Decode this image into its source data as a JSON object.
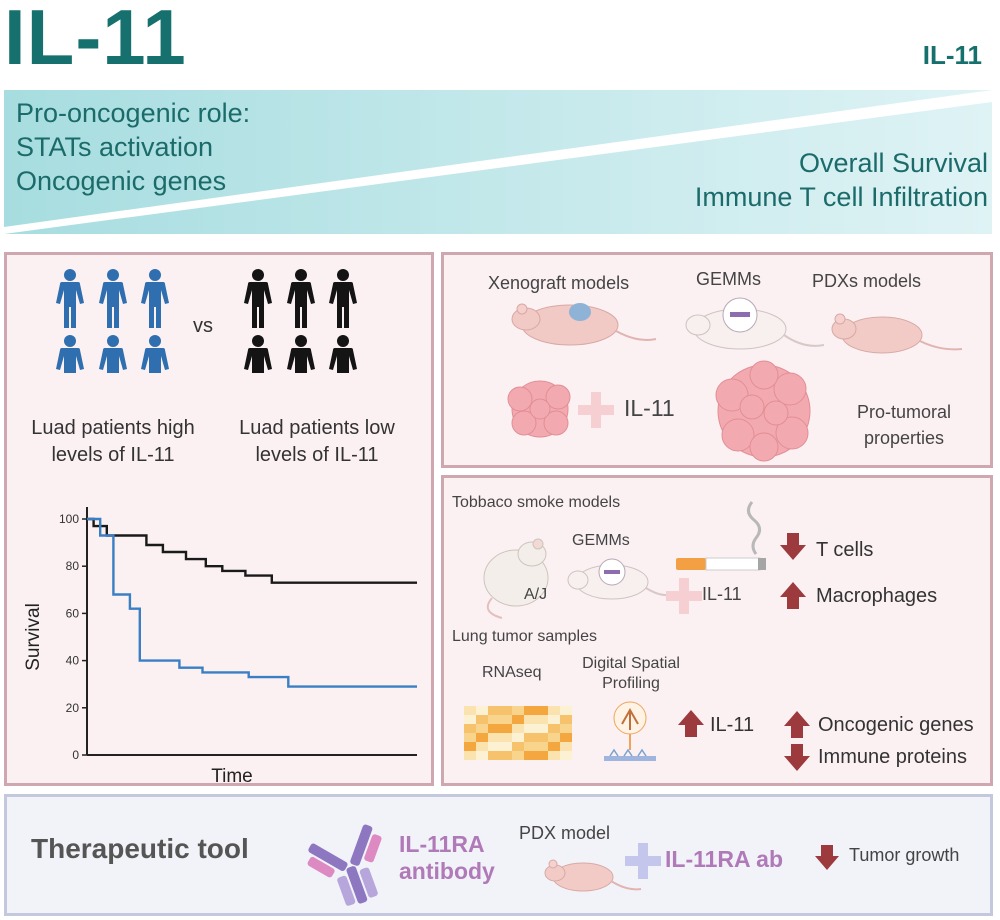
{
  "header": {
    "title": "IL-11",
    "side_title": "IL-11"
  },
  "wedge": {
    "left_lines": [
      "Pro-oncogenic role:",
      "STATs activation",
      "Oncogenic genes"
    ],
    "right_lines": [
      "Overall Survival",
      "Immune T cell Infiltration"
    ]
  },
  "patients": {
    "vs_label": "vs",
    "high_label_1": "Luad patients high",
    "high_label_2": "levels of  IL-11",
    "low_label_1": "Luad patients low",
    "low_label_2": "levels of  IL-11"
  },
  "chart_data": {
    "type": "line",
    "title": "",
    "xlabel": "Time",
    "ylabel": "Survival",
    "ylim": [
      0,
      100
    ],
    "yticks": [
      0,
      20,
      40,
      60,
      80,
      100
    ],
    "xlim": [
      0,
      100
    ],
    "grid": false,
    "series": [
      {
        "color": "#1a1a1a",
        "points": [
          [
            0,
            100
          ],
          [
            2,
            100
          ],
          [
            2,
            97
          ],
          [
            6,
            97
          ],
          [
            6,
            93
          ],
          [
            18,
            93
          ],
          [
            18,
            89
          ],
          [
            23,
            89
          ],
          [
            23,
            86
          ],
          [
            30,
            86
          ],
          [
            30,
            83
          ],
          [
            36,
            83
          ],
          [
            36,
            80
          ],
          [
            41,
            80
          ],
          [
            41,
            78
          ],
          [
            48,
            78
          ],
          [
            48,
            76
          ],
          [
            56,
            76
          ],
          [
            56,
            73
          ],
          [
            100,
            73
          ]
        ]
      },
      {
        "color": "#3a7fc4",
        "points": [
          [
            0,
            100
          ],
          [
            4,
            100
          ],
          [
            4,
            93
          ],
          [
            8,
            93
          ],
          [
            8,
            68
          ],
          [
            13,
            68
          ],
          [
            13,
            62
          ],
          [
            16,
            62
          ],
          [
            16,
            40
          ],
          [
            28,
            40
          ],
          [
            28,
            37
          ],
          [
            35,
            37
          ],
          [
            35,
            35
          ],
          [
            49,
            35
          ],
          [
            49,
            33
          ],
          [
            61,
            33
          ],
          [
            61,
            29
          ],
          [
            100,
            29
          ]
        ]
      }
    ]
  },
  "models_panel": {
    "xenograft_label": "Xenograft models",
    "gemms_label": "GEMMs",
    "pdx_label": "PDXs models",
    "il11_label": "IL-11",
    "protumoral_1": "Pro-tumoral",
    "protumoral_2": "properties"
  },
  "smoke_panel": {
    "tobacco_label": "Tobbaco smoke models",
    "gemms_label": "GEMMs",
    "aj_label": "A/J",
    "il11_label": "IL-11",
    "tcells_label": "T cells",
    "macrophages_label": "Macrophages",
    "lung_samples_label": "Lung tumor samples",
    "rnaseq_label": "RNAseq",
    "dsp_label_1": "Digital Spatial",
    "dsp_label_2": "Profiling",
    "il11_up_label": "IL-11",
    "oncogenic_label": "Oncogenic genes",
    "immune_label": "Immune proteins"
  },
  "therapy": {
    "title": "Therapeutic tool",
    "antibody_1": "IL-11RA",
    "antibody_2": "antibody",
    "pdx_label": "PDX model",
    "ab_label": "IL-11RA ab",
    "tumor_label": "Tumor growth"
  },
  "colors": {
    "teal": "#16706d",
    "blue_person": "#2f6fb0",
    "black_person": "#141414",
    "arrow_red": "#9c3a3e",
    "plus_pink": "#f6cfd3",
    "plus_lavender": "#c4c6ec",
    "purple_text": "#b07ab8"
  }
}
